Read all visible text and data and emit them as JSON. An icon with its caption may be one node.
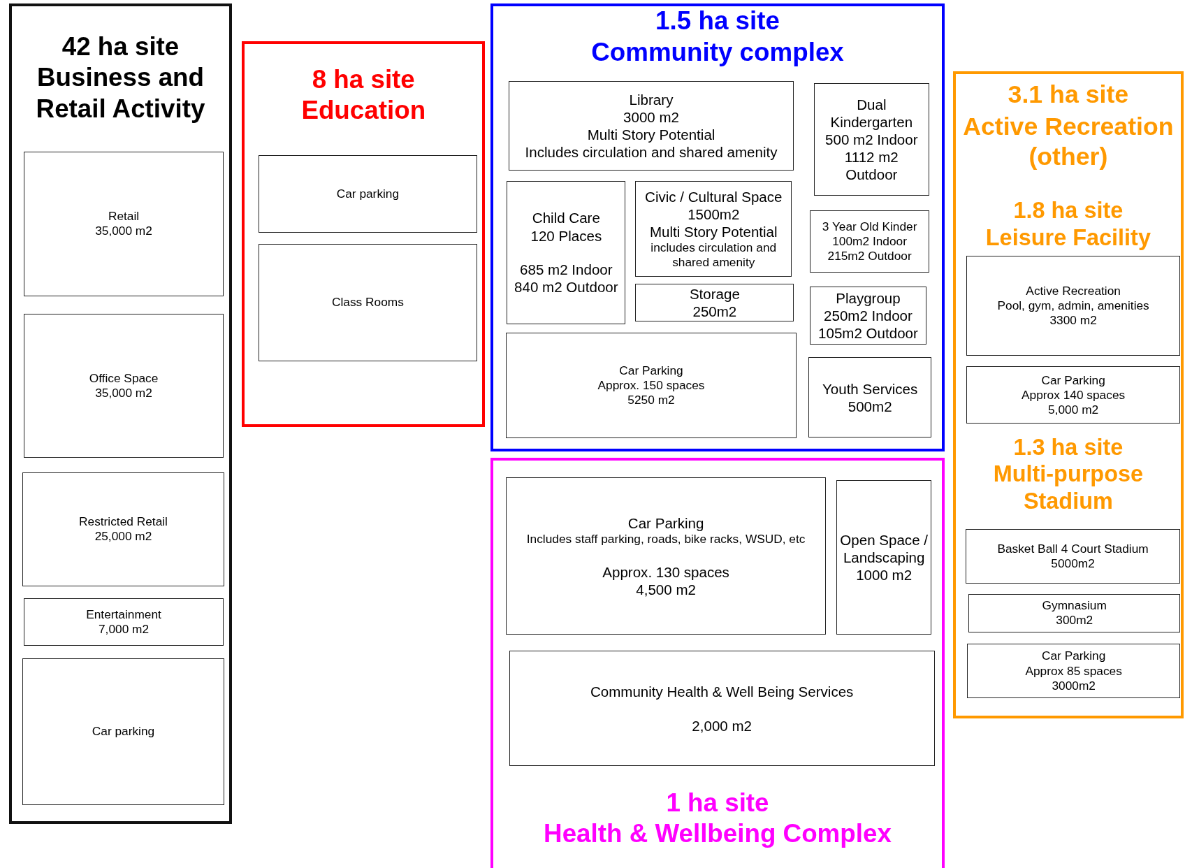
{
  "diagram": {
    "nodes": [
      {
        "text": [
          "42 ha site",
          "Business and Retail Activity"
        ]
      },
      {
        "text": [
          "Retail",
          "35,000 m2"
        ],
        "in": 0
      },
      {
        "text": [
          "Office Space",
          "35,000 m2"
        ],
        "in": 0
      },
      {
        "text": [
          "Restricted Retail",
          "25,000 m2"
        ],
        "in": 0
      },
      {
        "text": [
          "Entertainment",
          "7,000 m2"
        ],
        "in": 0
      },
      {
        "text": [
          "Car parking"
        ],
        "in": 0
      },
      {
        "text": [
          "8 ha site",
          "Education"
        ]
      },
      {
        "text": [
          "Car parking"
        ],
        "in": 6
      },
      {
        "text": [
          "Class Rooms"
        ],
        "in": 6
      },
      {
        "text": [
          "1.5 ha site",
          "Community complex"
        ]
      },
      {
        "text": [
          "Library",
          "3000 m2",
          "Multi Story Potential",
          "Includes circulation and shared amenity"
        ],
        "in": 9
      },
      {
        "text": [
          "Dual Kindergarten",
          "500 m2 Indoor",
          "1112 m2 Outdoor"
        ],
        "in": 9
      },
      {
        "text": [
          "Child Care",
          "120 Places",
          "685 m2 Indoor",
          "840 m2 Outdoor"
        ],
        "in": 9
      },
      {
        "text": [
          "Civic / Cultural Space",
          "1500m2",
          "Multi Story Potential",
          "includes circulation and shared amenity"
        ],
        "in": 9
      },
      {
        "text": [
          "3 Year Old Kinder",
          "100m2 Indoor",
          "215m2 Outdoor"
        ],
        "in": 9
      },
      {
        "text": [
          "Storage",
          "250m2"
        ],
        "in": 9
      },
      {
        "text": [
          "Playgroup",
          "250m2 Indoor",
          "105m2 Outdoor"
        ],
        "in": 9
      },
      {
        "text": [
          "Car Parking",
          "Approx. 150 spaces",
          "5250 m2"
        ],
        "in": 9
      },
      {
        "text": [
          "Youth Services",
          "500m2"
        ],
        "in": 9
      },
      {
        "text": [
          "1 ha site",
          "Health & Wellbeing Complex"
        ]
      },
      {
        "text": [
          "Car Parking",
          "Includes staff parking, roads, bike racks, WSUD, etc",
          "Approx. 130 spaces",
          "4,500 m2"
        ],
        "in": 19
      },
      {
        "text": [
          "Open Space / Landscaping",
          "1000 m2"
        ],
        "in": 19
      },
      {
        "text": [
          "Community Health & Well Being Services",
          "2,000 m2"
        ],
        "in": 19
      },
      {
        "text": [
          "3.1 ha site",
          "Active Recreation (other)",
          "1.8 ha site",
          "Leisure Facility",
          "1.3 ha site",
          "Multi-purpose Stadium"
        ]
      },
      {
        "text": [
          "Active Recreation",
          "Pool, gym, admin, amenities",
          "3300 m2"
        ],
        "in": 23
      },
      {
        "text": [
          "Car Parking",
          "Approx 140 spaces",
          "5,000 m2"
        ],
        "in": 23
      },
      {
        "text": [
          "Basket Ball 4 Court Stadium",
          "5000m2"
        ],
        "in": 23
      },
      {
        "text": [
          "Gymnasium",
          "300m2"
        ],
        "in": 23
      },
      {
        "text": [
          "Car Parking",
          "Approx 85 spaces",
          "3000m2"
        ],
        "in": 23
      }
    ]
  }
}
